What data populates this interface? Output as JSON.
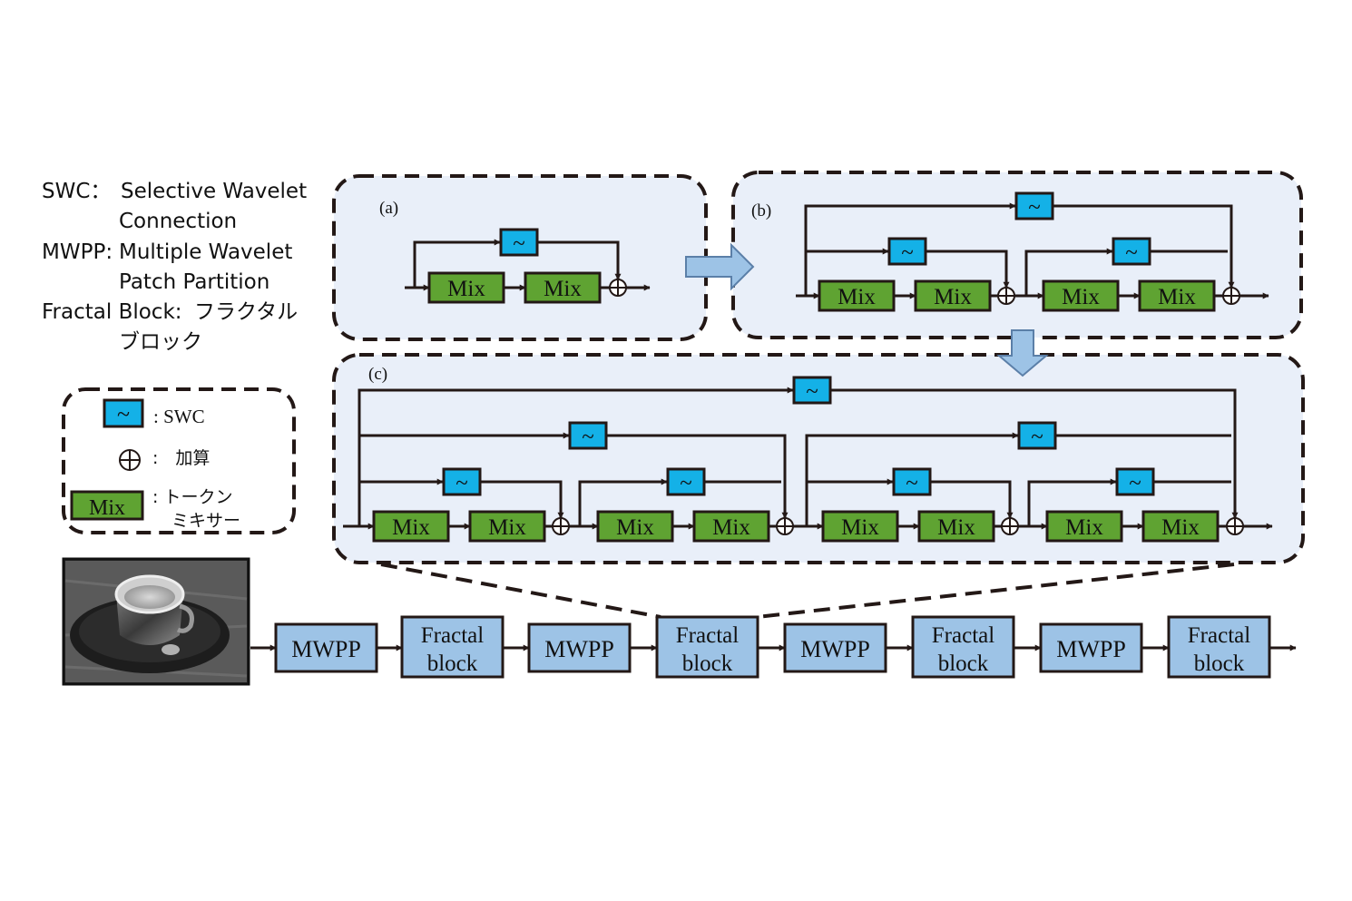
{
  "glossary": {
    "swc_abbr": "SWC：",
    "swc_line1": "Selective Wavelet",
    "swc_line2": "Connection",
    "mwpp_abbr": "MWPP:",
    "mwpp_line1": "Multiple Wavelet",
    "mwpp_line2": "Patch Partition",
    "fractal_abbr": "Fractal Block:",
    "fractal_line1": "フラクタル",
    "fractal_line2": "ブロック"
  },
  "legend": {
    "swc_label": ": SWC",
    "add_label": ":　加算",
    "mix_label_1": ": トークン",
    "mix_label_2": "ミキサー"
  },
  "symbols": {
    "swc": "~",
    "mix": "Mix"
  },
  "panels": {
    "a": "(a)",
    "b": "(b)",
    "c": "(c)"
  },
  "pipeline": {
    "mwpp": "MWPP",
    "fractal_1": "Fractal",
    "fractal_2": "block"
  },
  "colors": {
    "panel_fill": "#e9eff9",
    "swc_fill": "#14b1e7",
    "mix_fill": "#5fa332",
    "pipeline_fill": "#9dc3e6",
    "line": "#231816"
  }
}
